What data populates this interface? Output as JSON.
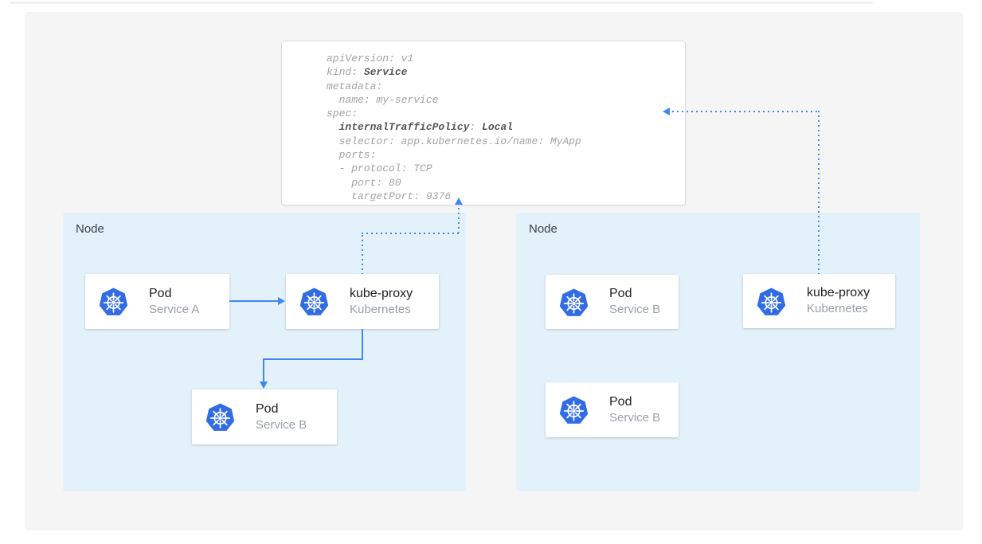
{
  "colors": {
    "accent_blue": "#4285f4",
    "kubernetes_blue": "#326ce5",
    "node_background": "#e3f1fb"
  },
  "yaml": {
    "lines": [
      {
        "s0": "apiVersion: v1"
      },
      {
        "s0": "kind: ",
        "b1": "Service"
      },
      {
        "s0": "metadata:"
      },
      {
        "s0": "  name: my-service"
      },
      {
        "s0": "spec:"
      },
      {
        "s0": "  ",
        "b1": "internalTrafficPolicy",
        "s2": ": ",
        "b3": "Local"
      },
      {
        "s0": "  selector: app.kubernetes.io/name: MyApp"
      },
      {
        "s0": "  ports:"
      },
      {
        "s0": "  - protocol: TCP"
      },
      {
        "s0": "    port: 80"
      },
      {
        "s0": "    targetPort: 9376"
      }
    ]
  },
  "nodes": [
    {
      "label": "Node",
      "cards": [
        {
          "title": "Pod",
          "subtitle": "Service A",
          "icon": "kubernetes-logo"
        },
        {
          "title": "kube-proxy",
          "subtitle": "Kubernetes",
          "icon": "kubernetes-logo"
        },
        {
          "title": "Pod",
          "subtitle": "Service B",
          "icon": "kubernetes-logo"
        }
      ]
    },
    {
      "label": "Node",
      "cards": [
        {
          "title": "Pod",
          "subtitle": "Service B",
          "icon": "kubernetes-logo"
        },
        {
          "title": "Pod",
          "subtitle": "Service B",
          "icon": "kubernetes-logo"
        },
        {
          "title": "kube-proxy",
          "subtitle": "Kubernetes",
          "icon": "kubernetes-logo"
        }
      ]
    }
  ],
  "arrows": [
    {
      "id": "pod-a-to-kube-proxy",
      "style": "solid",
      "from": "left-node-pod-service-a",
      "to": "left-node-kube-proxy"
    },
    {
      "id": "kube-proxy-to-pod-b",
      "style": "solid",
      "from": "left-node-kube-proxy",
      "to": "left-node-pod-service-b"
    },
    {
      "id": "left-kube-proxy-watches-service",
      "style": "dotted",
      "from": "left-node-kube-proxy",
      "to": "service-yaml-card"
    },
    {
      "id": "right-kube-proxy-watches-service",
      "style": "dotted",
      "from": "right-node-kube-proxy",
      "to": "service-yaml-card"
    }
  ]
}
